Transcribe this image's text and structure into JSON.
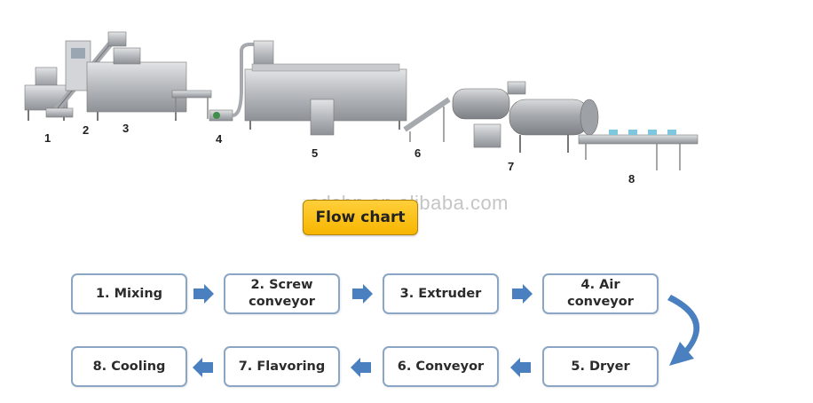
{
  "labels": {
    "n1": "1",
    "n2": "2",
    "n3": "3",
    "n4": "4",
    "n5": "5",
    "n6": "6",
    "n7": "7",
    "n8": "8"
  },
  "watermark": "sdsbn.en.alibaba.com",
  "title": "Flow chart",
  "steps": [
    "1. Mixing",
    "2. Screw conveyor",
    "3. Extruder",
    "4. Air conveyor",
    "5. Dryer",
    "6. Conveyor",
    "7. Flavoring",
    "8. Cooling"
  ],
  "colors": {
    "box_border": "#8aa6c4",
    "arrow": "#4a7fc0",
    "title_fill": "#f7b500",
    "machine_steel": "#b9bcc0"
  }
}
